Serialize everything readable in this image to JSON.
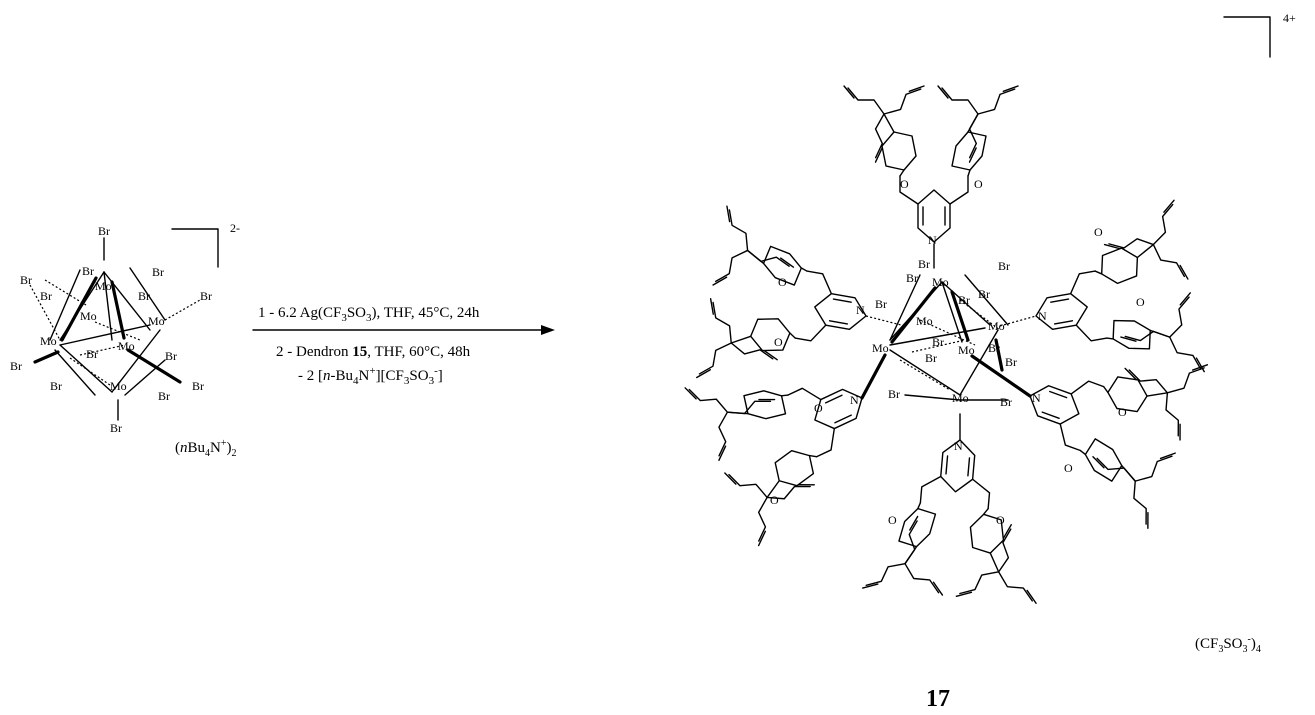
{
  "reactant": {
    "atoms": {
      "mo": "Mo",
      "br": "Br"
    },
    "charge": "2-",
    "counterion": {
      "prefix": "(",
      "n": "n",
      "bu": "Bu",
      "sub4": "4",
      "n_atom": "N",
      "plus": "+",
      "close": ")",
      "sub2": "2"
    }
  },
  "conditions": {
    "step1": {
      "text": "1 - 6.2 Ag(CF",
      "sub3a": "3",
      "so": "SO",
      "sub3b": "3",
      "tail": "), THF, 45°C, 24h"
    },
    "step2": {
      "prefix": "2 - Dendron ",
      "compound": "15",
      "tail": ", THF, 60°C, 48h"
    },
    "step3": {
      "prefix": "- 2 [",
      "n": "n",
      "bu": "-Bu",
      "sub4": "4",
      "n_atom": "N",
      "plus": "+",
      "mid": "][CF",
      "sub3a": "3",
      "so": "SO",
      "sub3b": "3",
      "minus": "-",
      "close": "]"
    }
  },
  "product": {
    "atoms": {
      "mo": "Mo",
      "br": "Br",
      "n": "N",
      "o": "O"
    },
    "charge": "4+",
    "counterion": {
      "prefix": "(CF",
      "sub3a": "3",
      "so": "SO",
      "sub3b": "3",
      "minus": "-",
      "close": ")",
      "sub4": "4"
    },
    "label": "17"
  }
}
